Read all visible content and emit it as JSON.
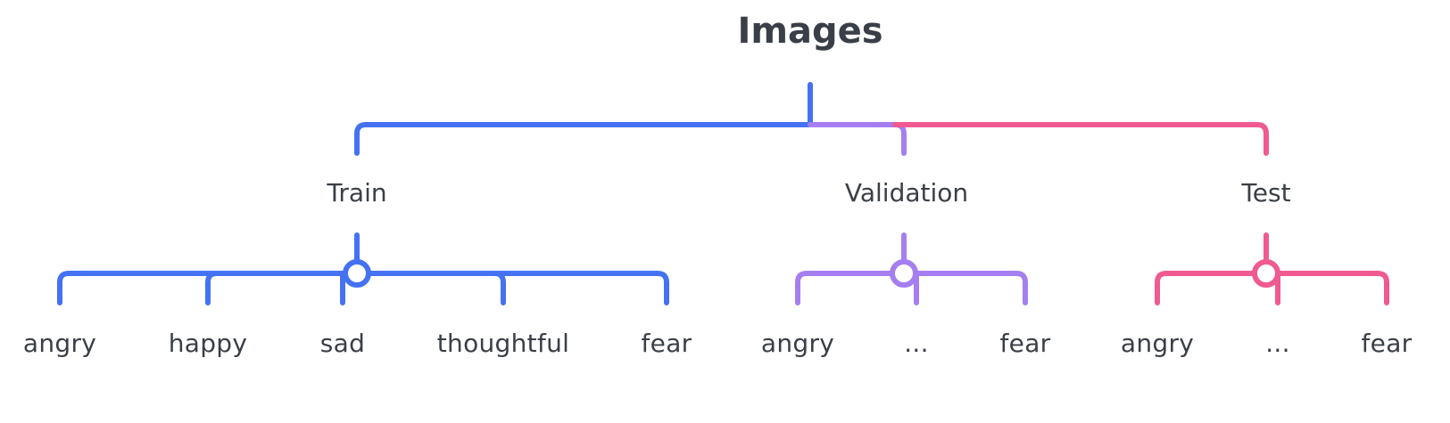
{
  "root": {
    "label": "Images"
  },
  "colors": {
    "blue": "#4472f2",
    "purple": "#a57ff0",
    "pink": "#ef5a91",
    "text": "#3a3f47"
  },
  "branches": [
    {
      "label": "Train",
      "color": "blue",
      "leaves": [
        "angry",
        "happy",
        "sad",
        "thoughtful",
        "fear"
      ]
    },
    {
      "label": "Validation",
      "color": "purple",
      "leaves": [
        "angry",
        "...",
        "fear"
      ]
    },
    {
      "label": "Test",
      "color": "pink",
      "leaves": [
        "angry",
        "...",
        "fear"
      ]
    }
  ]
}
